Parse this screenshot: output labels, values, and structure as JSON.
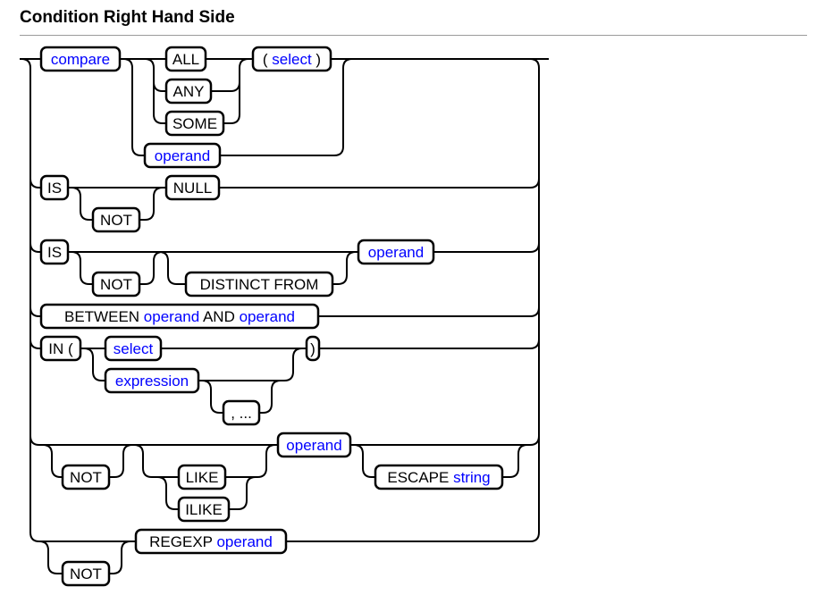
{
  "title": "Condition Right Hand Side",
  "colors": {
    "keyword": "#000000",
    "reference": "#0000ff",
    "rule": "#9a9a9a"
  },
  "boxes": [
    {
      "parts": [
        {
          "t": "compare",
          "ref": true
        }
      ]
    },
    {
      "parts": [
        {
          "t": "ALL",
          "ref": false
        }
      ]
    },
    {
      "parts": [
        {
          "t": "ANY",
          "ref": false
        }
      ]
    },
    {
      "parts": [
        {
          "t": "SOME",
          "ref": false
        }
      ]
    },
    {
      "parts": [
        {
          "t": "( ",
          "ref": false
        },
        {
          "t": "select",
          "ref": true
        },
        {
          "t": " )",
          "ref": false
        }
      ]
    },
    {
      "parts": [
        {
          "t": "operand",
          "ref": true
        }
      ]
    },
    {
      "parts": [
        {
          "t": "IS",
          "ref": false
        }
      ]
    },
    {
      "parts": [
        {
          "t": "NULL",
          "ref": false
        }
      ]
    },
    {
      "parts": [
        {
          "t": "NOT",
          "ref": false
        }
      ]
    },
    {
      "parts": [
        {
          "t": "IS",
          "ref": false
        }
      ]
    },
    {
      "parts": [
        {
          "t": "NOT",
          "ref": false
        }
      ]
    },
    {
      "parts": [
        {
          "t": "DISTINCT FROM",
          "ref": false
        }
      ]
    },
    {
      "parts": [
        {
          "t": "operand",
          "ref": true
        }
      ]
    },
    {
      "parts": [
        {
          "t": "BETWEEN ",
          "ref": false
        },
        {
          "t": "operand",
          "ref": true
        },
        {
          "t": " AND ",
          "ref": false
        },
        {
          "t": "operand",
          "ref": true
        }
      ]
    },
    {
      "parts": [
        {
          "t": "IN (",
          "ref": false
        }
      ]
    },
    {
      "parts": [
        {
          "t": "select",
          "ref": true
        }
      ]
    },
    {
      "parts": [
        {
          "t": "expression",
          "ref": true
        }
      ]
    },
    {
      "parts": [
        {
          "t": ", ...",
          "ref": false
        }
      ]
    },
    {
      "parts": [
        {
          "t": ")",
          "ref": false
        }
      ]
    },
    {
      "parts": [
        {
          "t": "NOT",
          "ref": false
        }
      ]
    },
    {
      "parts": [
        {
          "t": "LIKE",
          "ref": false
        }
      ]
    },
    {
      "parts": [
        {
          "t": "ILIKE",
          "ref": false
        }
      ]
    },
    {
      "parts": [
        {
          "t": "operand",
          "ref": true
        }
      ]
    },
    {
      "parts": [
        {
          "t": "ESCAPE ",
          "ref": false
        },
        {
          "t": "string",
          "ref": true
        }
      ]
    },
    {
      "parts": [
        {
          "t": "REGEXP ",
          "ref": false
        },
        {
          "t": "operand",
          "ref": true
        }
      ]
    },
    {
      "parts": [
        {
          "t": "NOT",
          "ref": false
        }
      ]
    }
  ]
}
